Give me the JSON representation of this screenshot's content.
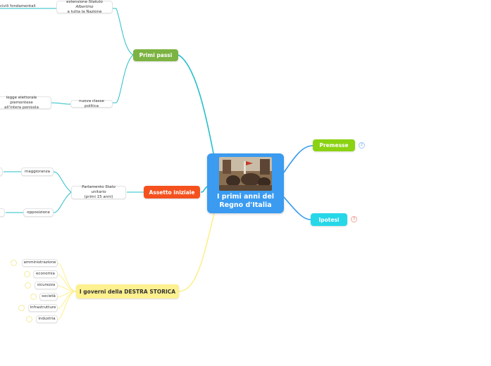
{
  "root": {
    "title": "I primi anni del Regno d'Italia",
    "image": "painting-icon"
  },
  "branches": {
    "primi_passi": {
      "label": "Primi passi",
      "color": "#7cb342",
      "children": {
        "statuto": {
          "label_pre": "estensione ",
          "label_em": "Statuto Albertino",
          "label_post": "a tutta la Nazione",
          "child": "civili fondamentali"
        },
        "classe": {
          "label": "nuova classe politica",
          "child_line1": "legge elettorale piemontese",
          "child_line2": "all'intera penisola"
        }
      }
    },
    "assetto": {
      "label": "Assetto iniziale",
      "color": "#f4511e",
      "children": {
        "parlamento": {
          "label_pre": "Parlamento ",
          "label_em": "Stato",
          "label_post": " unitario",
          "label_line2": "(primi 15 anni)",
          "maggioranza": "maggioranza",
          "opposizione": "opposizione"
        }
      }
    },
    "governi": {
      "label": "I governi della DESTRA STORICA",
      "color": "#fdf08e",
      "items": [
        "amministrazione",
        "economia",
        "sicurezza",
        "società",
        "infrastrutture",
        "industria"
      ]
    },
    "premesse": {
      "label": "Premesse",
      "color": "#8bd212",
      "badge": "2"
    },
    "ipotesi": {
      "label": "Ipotesi",
      "color": "#26d7e8",
      "badge": "3"
    }
  }
}
